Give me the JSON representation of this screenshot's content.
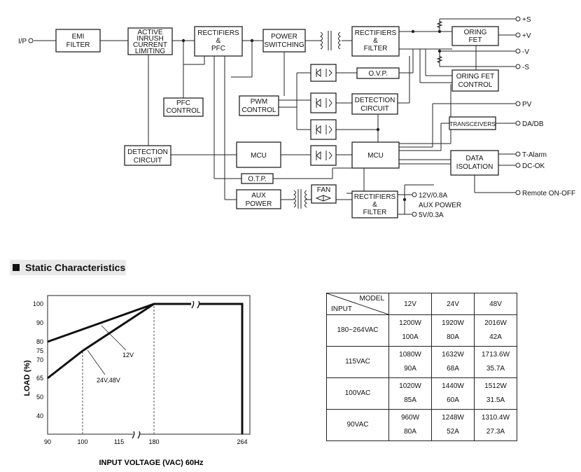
{
  "block_diagram": {
    "input_label": "I/P",
    "blocks": {
      "emi": [
        "EMI",
        "FILTER"
      ],
      "active": [
        "ACTIVE",
        "INRUSH",
        "CURRENT",
        "LIMITING"
      ],
      "rect_pfc": [
        "RECTIFIERS",
        "&",
        "PFC"
      ],
      "power_sw": [
        "POWER",
        "SWITCHING"
      ],
      "rect_filter": [
        "RECTIFIERS",
        "&",
        "FILTER"
      ],
      "oring_fet": [
        "ORING",
        "FET"
      ],
      "oring_ctrl": [
        "ORING FET",
        "CONTROL"
      ],
      "ovp": [
        "O.V.P."
      ],
      "pfc_ctrl": [
        "PFC",
        "CONTROL"
      ],
      "pwm_ctrl": [
        "PWM",
        "CONTROL"
      ],
      "det_circuit_r": [
        "DETECTION",
        "CIRCUIT"
      ],
      "transceivers": [
        "TRANSCEIVERS"
      ],
      "det_circuit_l": [
        "DETECTION",
        "CIRCUIT"
      ],
      "mcu_l": [
        "MCU"
      ],
      "mcu_r": [
        "MCU"
      ],
      "data_iso": [
        "DATA",
        "ISOLATION"
      ],
      "otp": [
        "O.T.P."
      ],
      "aux_power": [
        "AUX",
        "POWER"
      ],
      "fan": [
        "FAN"
      ],
      "rect_filter2": [
        "RECTIFIERS",
        "&",
        "FILTER"
      ]
    },
    "outputs": [
      "+S",
      "+V",
      "-V",
      "-S",
      "PV",
      "DA/DB",
      "T-Alarm",
      "DC-OK",
      "Remote ON-OFF"
    ],
    "aux_labels": [
      "12V/0.8A",
      "AUX POWER",
      "5V/0.3A"
    ]
  },
  "section_title": "Static Characteristics",
  "chart_data": {
    "type": "line",
    "title": "",
    "xlabel": "INPUT VOLTAGE (VAC) 60Hz",
    "ylabel": "LOAD (%)",
    "x_ticks": [
      "90",
      "100",
      "115",
      "180",
      "264"
    ],
    "y_ticks": [
      "100",
      "90",
      "80",
      "75",
      "70",
      "65",
      "50",
      "40"
    ],
    "series": [
      {
        "name": "12V",
        "x": [
          90,
          180,
          264,
          264
        ],
        "y": [
          80,
          100,
          100,
          0
        ]
      },
      {
        "name": "24V,48V",
        "x": [
          90,
          100,
          180,
          264,
          264
        ],
        "y": [
          65,
          75,
          100,
          100,
          0
        ]
      }
    ],
    "axis_breaks": [
      "x",
      "top"
    ],
    "grid": false
  },
  "table": {
    "header_model": "MODEL",
    "header_input": "INPUT",
    "columns": [
      "12V",
      "24V",
      "48V"
    ],
    "rows": [
      {
        "input": "180~264VAC",
        "w": [
          "1200W",
          "1920W",
          "2016W"
        ],
        "a": [
          "100A",
          "80A",
          "42A"
        ]
      },
      {
        "input": "115VAC",
        "w": [
          "1080W",
          "1632W",
          "1713.6W"
        ],
        "a": [
          "90A",
          "68A",
          "35.7A"
        ]
      },
      {
        "input": "100VAC",
        "w": [
          "1020W",
          "1440W",
          "1512W"
        ],
        "a": [
          "85A",
          "60A",
          "31.5A"
        ]
      },
      {
        "input": "90VAC",
        "w": [
          "960W",
          "1248W",
          "1310.4W"
        ],
        "a": [
          "80A",
          "52A",
          "27.3A"
        ]
      }
    ]
  }
}
